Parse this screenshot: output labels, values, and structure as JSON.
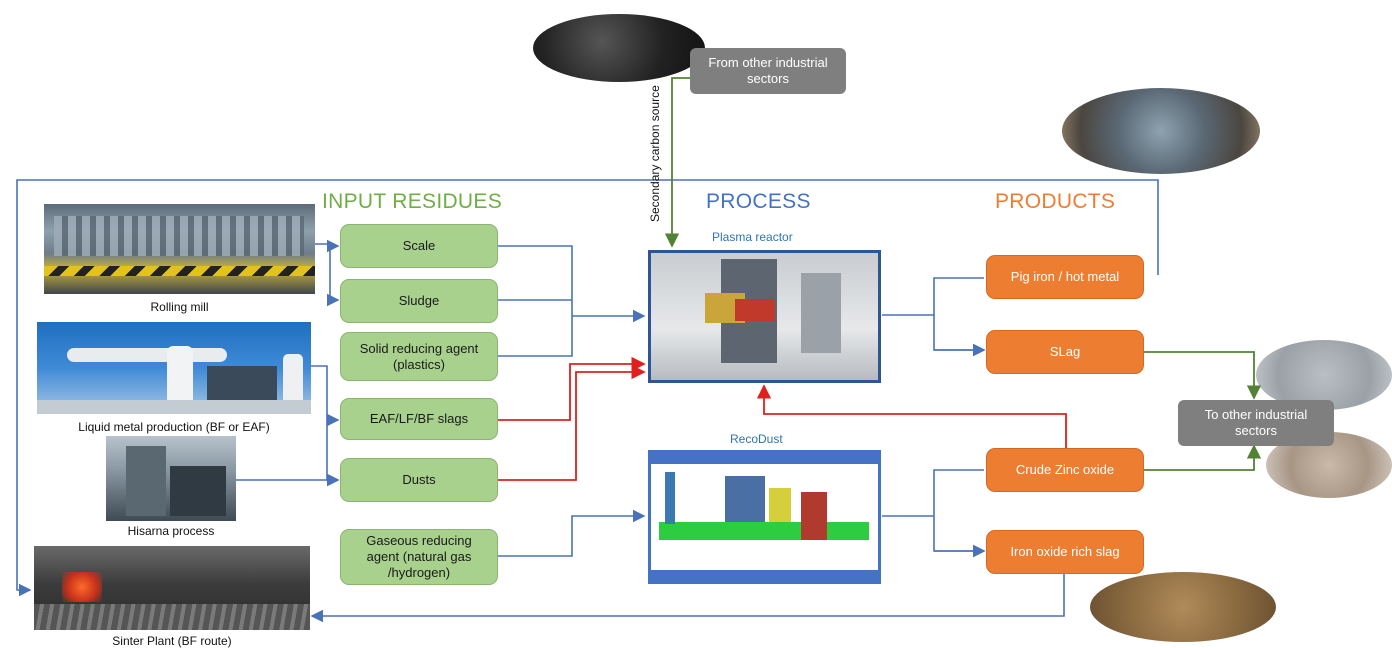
{
  "headings": {
    "input": "INPUT RESIDUES",
    "process": "PROCESS",
    "products": "PRODUCTS"
  },
  "sources": {
    "rolling_mill": "Rolling mill",
    "liquid_metal": "Liquid metal production (BF or EAF)",
    "hisarna": "Hisarna process",
    "sinter": "Sinter Plant (BF route)"
  },
  "inputs": {
    "scale": "Scale",
    "sludge": "Sludge",
    "solid_reducing": "Solid reducing agent (plastics)",
    "slags": "EAF/LF/BF slags",
    "dusts": "Dusts",
    "gaseous_reducing": "Gaseous reducing agent (natural gas /hydrogen)"
  },
  "process": {
    "plasma_reactor": "Plasma reactor",
    "recodust": "RecoDust",
    "secondary_carbon": "Secondary carbon source",
    "from_other": "From other industrial sectors"
  },
  "products": {
    "pig_iron": "Pig iron / hot metal",
    "slag": "SLag",
    "crude_zinc": "Crude Zinc oxide",
    "iron_oxide_slag": "Iron oxide rich slag",
    "to_other": "To other industrial sectors"
  },
  "colors": {
    "input_heading": "#70ad47",
    "process_heading": "#4472c4",
    "products_heading": "#ed7d31",
    "blue_arrow": "#4a72b8",
    "red_arrow": "#e0201e",
    "green_arrow": "#548235"
  }
}
